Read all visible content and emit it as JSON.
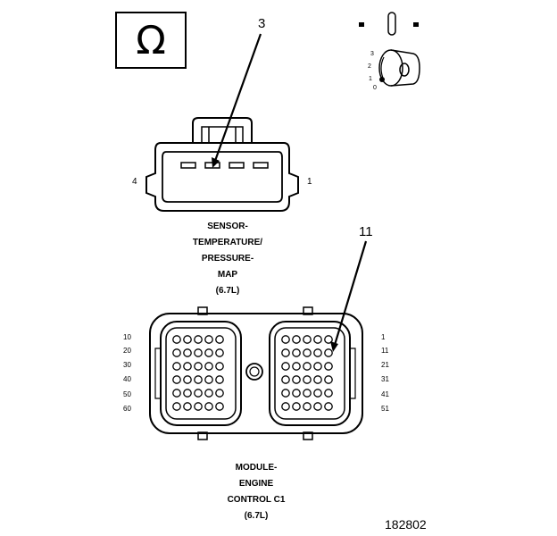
{
  "ohm_symbol": "Ω",
  "ignition_key": {
    "positions": [
      "0",
      "1",
      "2",
      "3"
    ]
  },
  "sensor_connector": {
    "callout": "3",
    "pin_left": "4",
    "pin_right": "1",
    "label_lines": [
      "SENSOR-",
      "TEMPERATURE/",
      "PRESSURE-",
      "MAP",
      "(6.7L)"
    ]
  },
  "ecm_connector": {
    "callout": "11",
    "left_pin_numbers": [
      "10",
      "20",
      "30",
      "40",
      "50",
      "60"
    ],
    "right_pin_numbers": [
      "1",
      "11",
      "21",
      "31",
      "41",
      "51"
    ],
    "label_lines": [
      "MODULE-",
      "ENGINE",
      "CONTROL C1",
      "(6.7L)"
    ]
  },
  "figure_number": "182802"
}
